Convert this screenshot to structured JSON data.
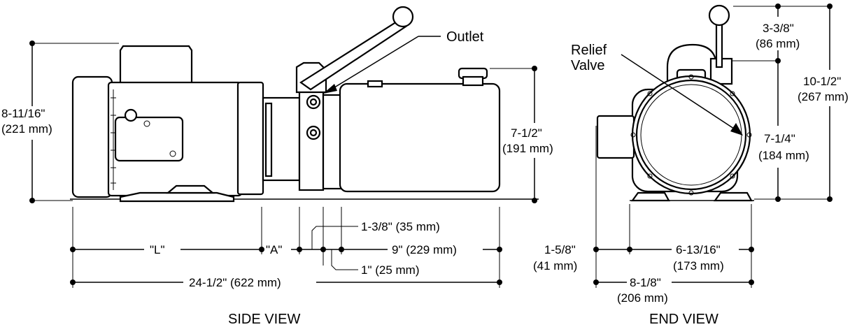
{
  "labels": {
    "outlet": "Outlet",
    "relief_line1": "Relief",
    "relief_line2": "Valve"
  },
  "views": {
    "side": "SIDE VIEW",
    "end": "END VIEW"
  },
  "side_dims": {
    "height_total_in": "8-11/16\"",
    "height_total_mm": "(221 mm)",
    "height_tank_in": "7-1/2\"",
    "height_tank_mm": "(191 mm)",
    "len_L": "\"L\"",
    "len_A": "\"A\"",
    "manifold": "1-3/8\" (35 mm)",
    "spacer": "1\" (25 mm)",
    "tank": "9\" (229 mm)",
    "overall": "24-1/2\" (622 mm)"
  },
  "end_dims": {
    "top_in": "3-3/8\"",
    "top_mm": "(86 mm)",
    "overall_h_in": "10-1/2\"",
    "overall_h_mm": "(267 mm)",
    "tank_h_in": "7-1/4\"",
    "tank_h_mm": "(184 mm)",
    "offset_in": "1-5/8\"",
    "offset_mm": "(41 mm)",
    "width_in": "6-13/16\"",
    "width_mm": "(173 mm)",
    "overall_w_in": "8-1/8\"",
    "overall_w_mm": "(206 mm)"
  }
}
